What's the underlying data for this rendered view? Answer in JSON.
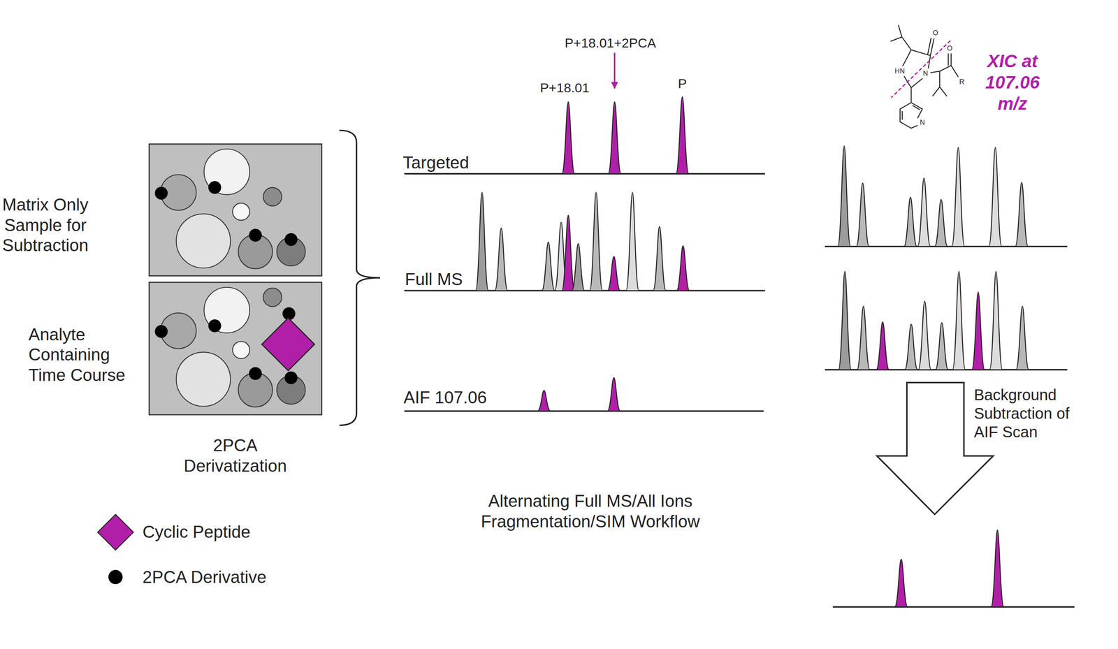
{
  "diagram": {
    "nodes": [
      {
        "text": [
          "Matrix Only Sample for Subtraction"
        ]
      },
      {
        "text": [
          "Analyte Containing Time Course"
        ]
      }
    ],
    "labels": [
      "2PCA Derivatization",
      "P+18.01+2PCA",
      "P+18.01",
      "P",
      "Targeted",
      "Full MS",
      "AIF 107.06",
      "Alternating Full MS/All Ions Fragmentation/SIM Workflow",
      "XIC at 107.06 m/z",
      "HN",
      "O",
      "N",
      "O",
      "R",
      "N",
      "Background Subtraction of AIF Scan"
    ],
    "legend": [
      {
        "text": "Cyclic Peptide"
      },
      {
        "text": "2PCA Derivative"
      }
    ]
  }
}
